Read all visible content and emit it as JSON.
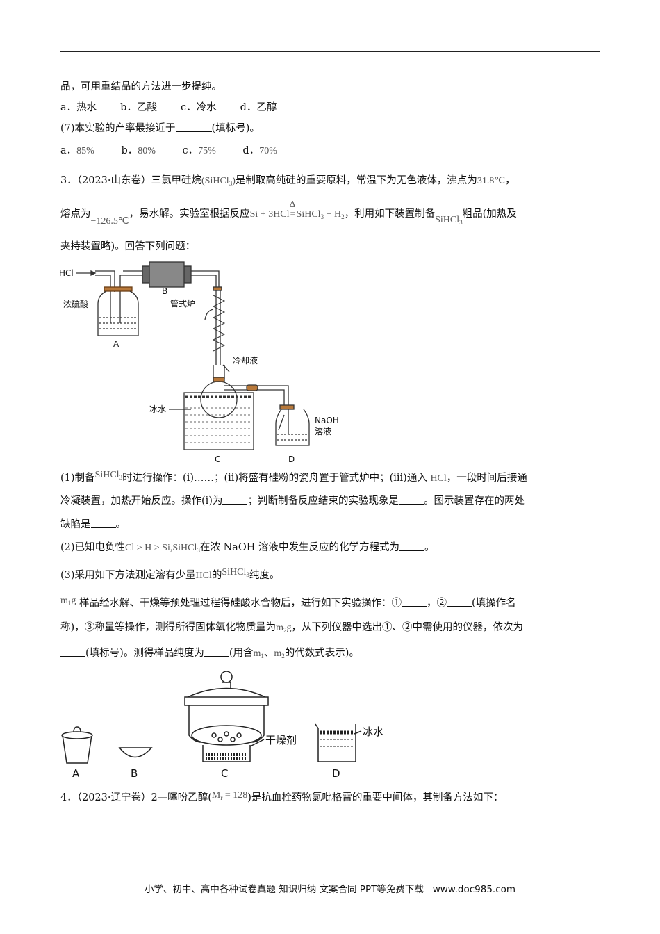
{
  "line1": "品，可用重结晶的方法进一步提纯。",
  "q6_options": [
    "a．热水",
    "b．乙酸",
    "c．冷水",
    "d．乙醇"
  ],
  "q7": {
    "prefix": "(7)本实验的产率最接近于",
    "suffix": "(填标号)。"
  },
  "q7_options": [
    {
      "label": "a．",
      "value": "85%"
    },
    {
      "label": "b．",
      "value": "80%"
    },
    {
      "label": "c．",
      "value": "75%"
    },
    {
      "label": "d．",
      "value": "70%"
    }
  ],
  "q3": {
    "line1_a": "3．（2023·山东卷）三氯甲硅烷",
    "formula": "SiHCl",
    "sub3": "3",
    "line1_b": "是制取高纯硅的重要原料，常温下为无色液体，沸点为",
    "bp": "31.8℃",
    "line2_a": "熔点为",
    "mp": "−126.5℃",
    "line2_b": "，易水解。实验室根据反应",
    "reaction": "Si + 3HCl",
    "delta": "Δ",
    "reaction_b": "SiHCl",
    "reaction_c": " + H",
    "sub2": "2",
    "line2_c": "，利用如下装置制备",
    "line2_d": "粗品(加热及",
    "line3": "夹持装置略)。回答下列问题："
  },
  "diagram1": {
    "hcl": "HCl",
    "acid": "浓硫酸",
    "a": "A",
    "b": "B",
    "furnace": "管式炉",
    "coolant": "冷却液",
    "ice": "冰水",
    "c": "C",
    "naoh": "NaOH",
    "solution": "溶液",
    "d": "D"
  },
  "p1": {
    "a": "(1)制备",
    "b": "时进行操作：(i)……；(ii)将盛有硅粉的瓷舟置于管式炉中；(iii)通入",
    "hcl": "HCl",
    "c": "，一段时间后接通",
    "line2_a": "冷凝装置，加热开始反应。操作(i)为",
    "line2_b": "；判断制备反应结束的实验现象是",
    "line2_c": "。图示装置存在的两处",
    "line3_a": "缺陷是",
    "line3_b": "。"
  },
  "p2": {
    "a": "(2)已知电负性",
    "en": "Cl > H > Si,",
    "b": "在浓 NaOH 溶液中发生反应的化学方程式为",
    "c": "。"
  },
  "p3": {
    "a": "(3)采用如下方法测定溶有少量",
    "hcl": "HCl",
    "b": "的",
    "c": "纯度。"
  },
  "p4": {
    "m1g": "m",
    "m1sub": "1",
    "g": "g",
    "a": "样品经水解、干燥等预处理过程得硅酸水合物后，进行如下实验操作：①",
    "b": "，②",
    "c": "(填操作名",
    "line2_a": "称)，③称量等操作，测得所得固体氧化物质量为",
    "m2sub": "2",
    "line2_b": "，从下列仪器中选出①、②中需使用的仪器，依次为",
    "line3_a": "(填标号)。测得样品纯度为",
    "line3_b": "(用含",
    "sep": "、",
    "line3_c": "的代数式表示)。"
  },
  "diagram2": {
    "a": "A",
    "b": "B",
    "c": "C",
    "d": "D",
    "desiccant": "干燥剂",
    "ice": "冰水"
  },
  "q4": {
    "a": "4．（2023·辽宁卷）2—噻吩乙醇(",
    "mr": "M",
    "mrsub": "r",
    "mrval": " = 128",
    "b": ")是抗血栓药物氯吡格雷的重要中间体，其制备方法如下："
  },
  "footer": {
    "text": "小学、初中、高中各种试卷真题  知识归纳  文案合同  PPT等免费下载",
    "url": "www.doc985.com"
  }
}
